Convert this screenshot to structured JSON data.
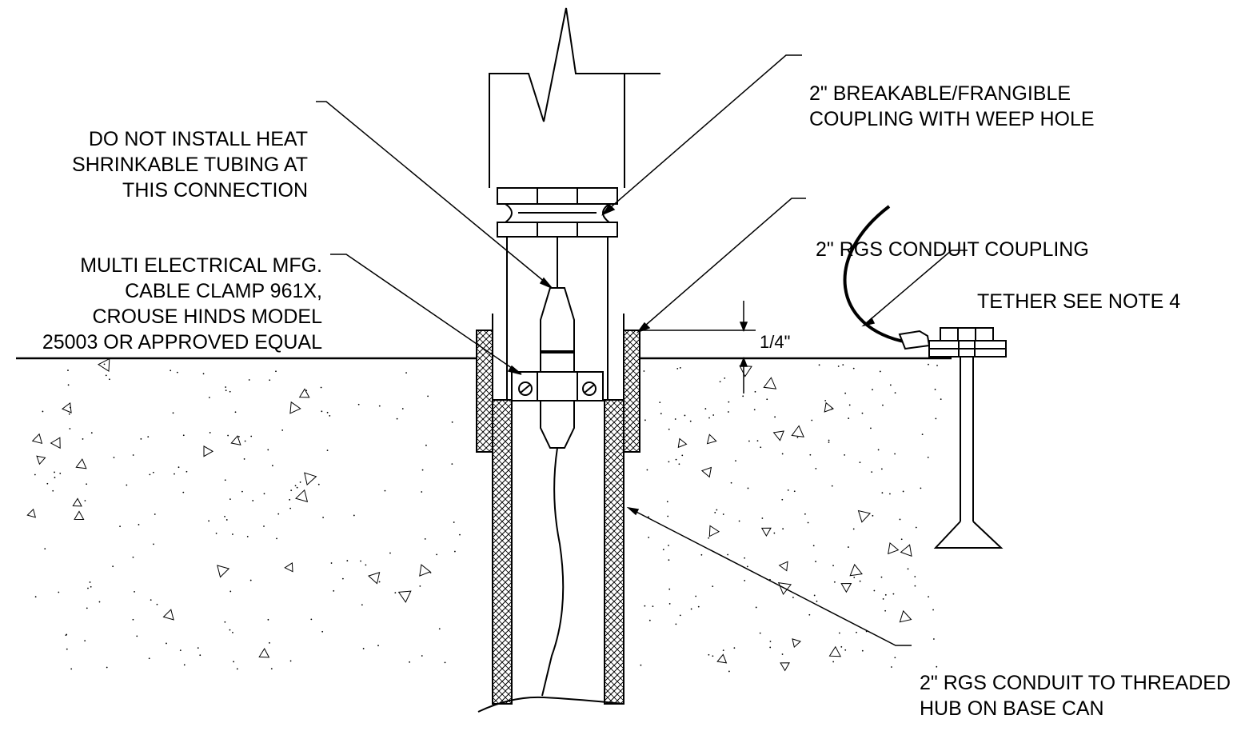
{
  "labels": {
    "heat_shrink": [
      "DO NOT INSTALL HEAT",
      "SHRINKABLE TUBING AT",
      "THIS CONNECTION"
    ],
    "cable_clamp": [
      "MULTI ELECTRICAL MFG.",
      "CABLE CLAMP 961X,",
      "CROUSE HINDS MODEL",
      "25003 OR APPROVED EQUAL"
    ],
    "breakable_coupling": [
      "2\" BREAKABLE/FRANGIBLE",
      "COUPLING WITH WEEP HOLE"
    ],
    "rgs_coupling": [
      "2\" RGS CONDUIT COUPLING"
    ],
    "tether": [
      "TETHER SEE NOTE 4"
    ],
    "rgs_conduit": [
      "2\" RGS CONDUIT TO THREADED",
      "HUB ON BASE CAN"
    ]
  },
  "dimension": "1/4\"",
  "colors": {
    "line": "#000000",
    "background": "#ffffff"
  }
}
